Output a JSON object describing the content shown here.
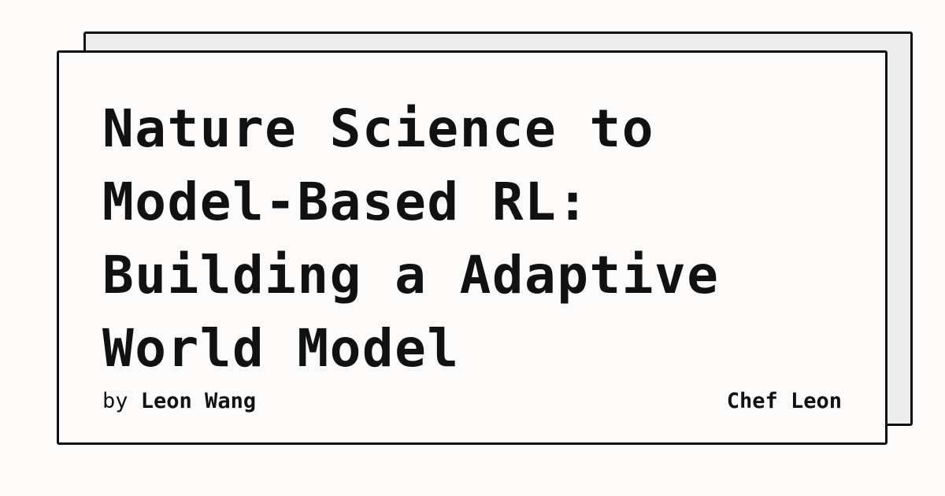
{
  "card": {
    "title_lines": [
      "Nature Science to",
      "Model-Based RL:",
      "Building a Adaptive",
      "World Model"
    ],
    "byline_prefix": "by",
    "author": "Leon Wang",
    "brand": "Chef Leon"
  },
  "colors": {
    "background": "#fcfbf9",
    "back_card": "#ededed",
    "ink": "#111111"
  }
}
